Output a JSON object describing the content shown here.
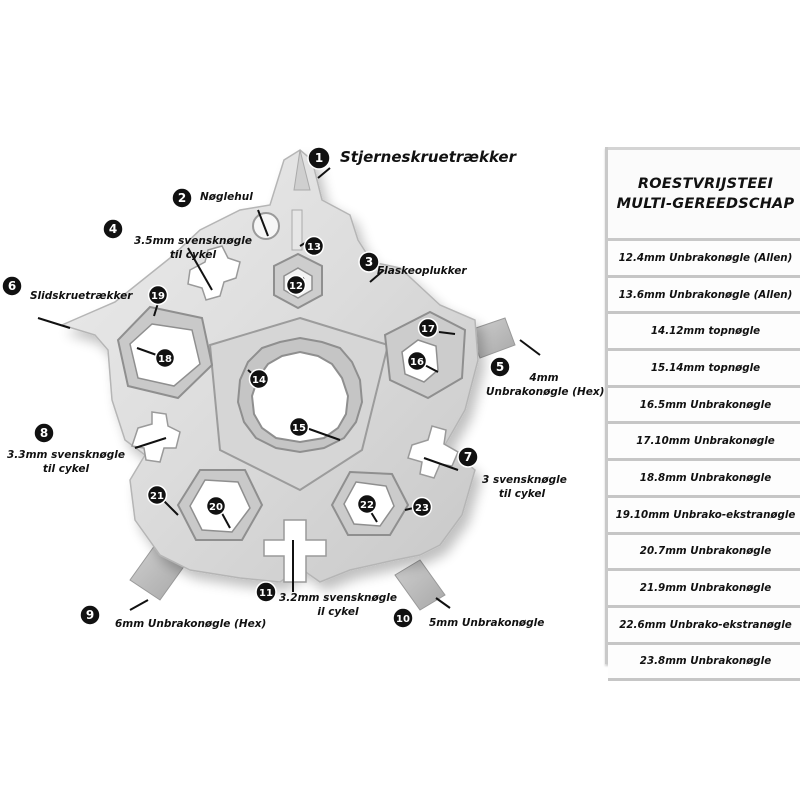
{
  "title": "Stjerneskruetrækker",
  "callouts": [
    {
      "num": "1",
      "label": "Stjerneskruetrækker"
    },
    {
      "num": "2",
      "label": "Nøglehul"
    },
    {
      "num": "3",
      "label": "Flaskeoplukker"
    },
    {
      "num": "4",
      "label_line1": "3.5mm svensknøgle",
      "label_line2": "til cykel"
    },
    {
      "num": "5",
      "label_line1": "4mm",
      "label_line2": "Unbrakonøgle (Hex)"
    },
    {
      "num": "6",
      "label": "Slidskruetrækker"
    },
    {
      "num": "7",
      "label_line1": "3 svensknøgle",
      "label_line2": "til cykel"
    },
    {
      "num": "8",
      "label_line1": "3.3mm svensknøgle",
      "label_line2": "til cykel"
    },
    {
      "num": "9",
      "label": "6mm Unbrakonøgle (Hex)"
    },
    {
      "num": "10",
      "label": "5mm Unbrakonøgle"
    },
    {
      "num": "11",
      "label_line1": "3.2mm svensknøgle",
      "label_line2": "il cykel"
    }
  ],
  "markers": [
    "12",
    "13",
    "14",
    "15",
    "16",
    "17",
    "18",
    "19",
    "20",
    "21",
    "22",
    "23"
  ],
  "spec_table": {
    "heading_line1": "ROESTVRIJSTEEI",
    "heading_line2": "MULTI-GEREEDSCHAP",
    "rows": [
      "12.4mm Unbrakonøgle (Allen)",
      "13.6mm Unbrakonøgle (Allen)",
      "14.12mm topnøgle",
      "15.14mm topnøgle",
      "16.5mm Unbrakonøgle",
      "17.10mm Unbrakonøgle",
      "18.8mm Unbrakonøgle",
      "19.10mm Unbrako-ekstranøgle",
      "20.7mm Unbrakonøgle",
      "21.9mm Unbrakonøgle",
      "22.6mm Unbrako-ekstranøgle",
      "23.8mm Unbrakonøgle"
    ]
  },
  "colors": {
    "steel": "#d9d9d9",
    "steel_dark": "#a9a9a9",
    "badge": "#111111",
    "text": "#111111"
  }
}
